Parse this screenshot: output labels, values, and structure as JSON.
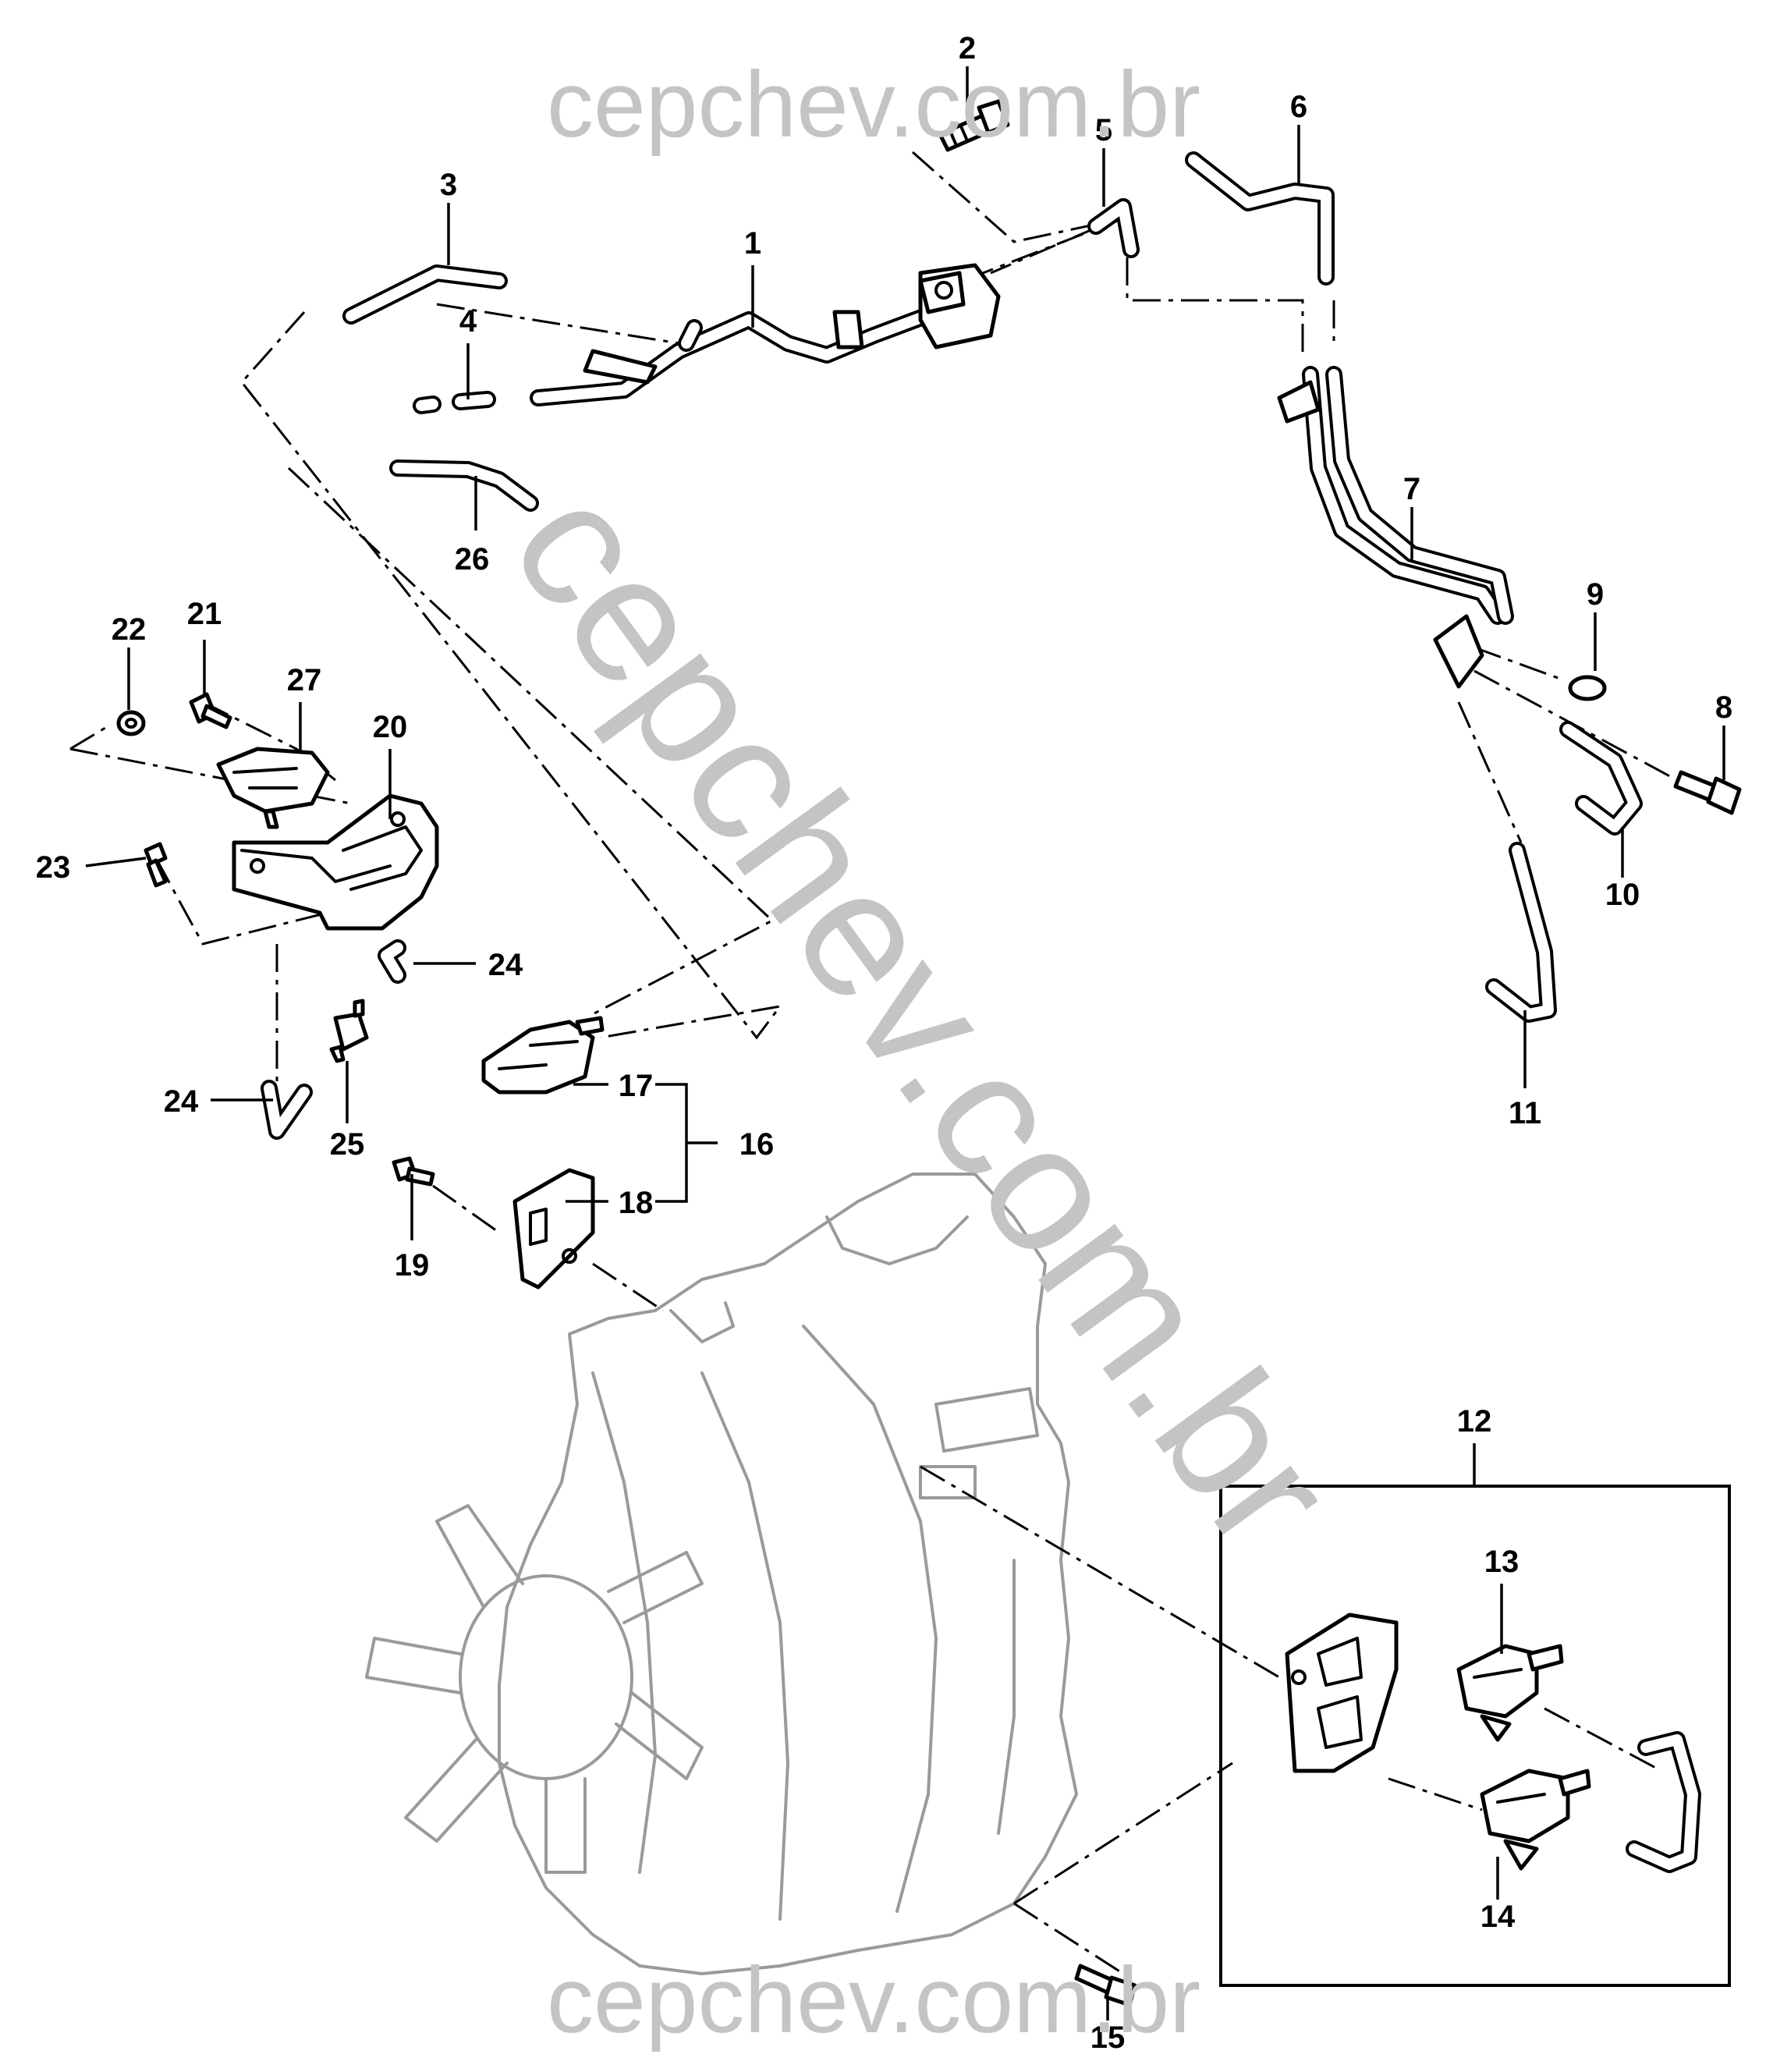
{
  "watermark": {
    "top": "cepchev.com.br",
    "bottom": "cepchev.com.br",
    "diagonal": "cepchev.com.br"
  },
  "callouts": [
    {
      "n": "1"
    },
    {
      "n": "2"
    },
    {
      "n": "3"
    },
    {
      "n": "4"
    },
    {
      "n": "5"
    },
    {
      "n": "6"
    },
    {
      "n": "7"
    },
    {
      "n": "8"
    },
    {
      "n": "9"
    },
    {
      "n": "10"
    },
    {
      "n": "11"
    },
    {
      "n": "12"
    },
    {
      "n": "13"
    },
    {
      "n": "14"
    },
    {
      "n": "15"
    },
    {
      "n": "16"
    },
    {
      "n": "17"
    },
    {
      "n": "18"
    },
    {
      "n": "19"
    },
    {
      "n": "20"
    },
    {
      "n": "21"
    },
    {
      "n": "22"
    },
    {
      "n": "23"
    },
    {
      "n": "24"
    },
    {
      "n": "24"
    },
    {
      "n": "25"
    },
    {
      "n": "26"
    },
    {
      "n": "27"
    }
  ],
  "colors": {
    "line": "#000000",
    "engine_outline": "#9a9a9a",
    "watermark": "#c4c4c4",
    "background": "#ffffff"
  }
}
